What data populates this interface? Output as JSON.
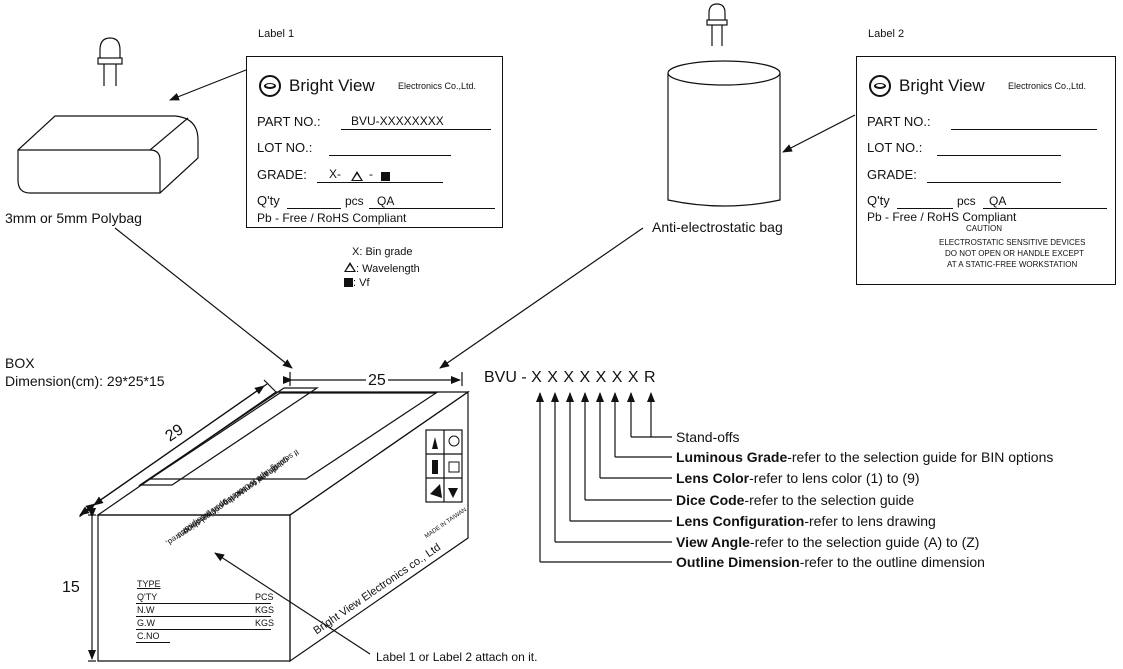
{
  "label1": {
    "caption": "Label  1",
    "brand": "Bright View",
    "company": "Electronics Co.,Ltd.",
    "part_no_label": "PART NO.:",
    "part_no_value": "BVU-XXXXXXXX",
    "lot_no_label": "LOT NO.:",
    "grade_label": "GRADE:",
    "grade_x": "X-",
    "grade_dash": "-",
    "qty_label": "Q'ty",
    "pcs_label": "pcs",
    "qa_label": "QA",
    "footer": "Pb - Free / RoHS Compliant"
  },
  "label2": {
    "caption": "Label  2",
    "brand": "Bright View",
    "company": "Electronics Co.,Ltd.",
    "part_no_label": "PART NO.:",
    "lot_no_label": "LOT NO.:",
    "grade_label": "GRADE:",
    "qty_label": "Q'ty",
    "pcs_label": "pcs",
    "qa_label": "QA",
    "footer": "Pb - Free / RoHS Compliant",
    "caution": "CAUTION",
    "esd_line1": "ELECTROSTATIC SENSITIVE DEVICES",
    "esd_line2": "DO NOT OPEN OR HANDLE EXCEPT",
    "esd_line3": "AT A STATIC-FREE WORKSTATION"
  },
  "legend": {
    "x": "X: Bin grade",
    "tri": ": Wavelength",
    "sq": ": Vf"
  },
  "polybag_caption": "3mm or 5mm   Polybag",
  "antistatic_caption": "Anti-electrostatic bag",
  "box": {
    "title": "BOX",
    "dimension": "Dimension(cm): 29*25*15",
    "dim_length": "29",
    "dim_width": "25",
    "dim_height": "15",
    "side_text": "Bright View Electronics co., Ltd",
    "made_in": "MADE IN TAIWAN",
    "top_note_1": "If sealing tape is broken upon receipt of",
    "top_note_2": "goods and for shortage of goods occured,",
    "top_note_3": "please contact the original shipper.",
    "fields": [
      {
        "name": "TYPE",
        "unit": ""
      },
      {
        "name": "Q'TY",
        "unit": "PCS"
      },
      {
        "name": "N.W",
        "unit": "KGS"
      },
      {
        "name": "G.W",
        "unit": "KGS"
      },
      {
        "name": "C.NO",
        "unit": ""
      }
    ],
    "attach_note": "Label 1 or Label 2 attach on it."
  },
  "part_code": {
    "prefix": "BVU - ",
    "chars": "X X X X X X X R",
    "items": [
      {
        "bold": "",
        "rest": "Stand-offs"
      },
      {
        "bold": "Luminous Grade",
        "rest": "-refer to the selection guide for BIN options"
      },
      {
        "bold": "Lens Color",
        "rest": "-refer to lens color (1) to (9)"
      },
      {
        "bold": "Dice Code",
        "rest": "-refer to the selection guide"
      },
      {
        "bold": "Lens Configuration",
        "rest": "-refer to lens drawing"
      },
      {
        "bold": "View Angle",
        "rest": "-refer to the selection guide (A) to (Z)"
      },
      {
        "bold": "Outline Dimension",
        "rest": "-refer to the outline dimension"
      }
    ]
  }
}
